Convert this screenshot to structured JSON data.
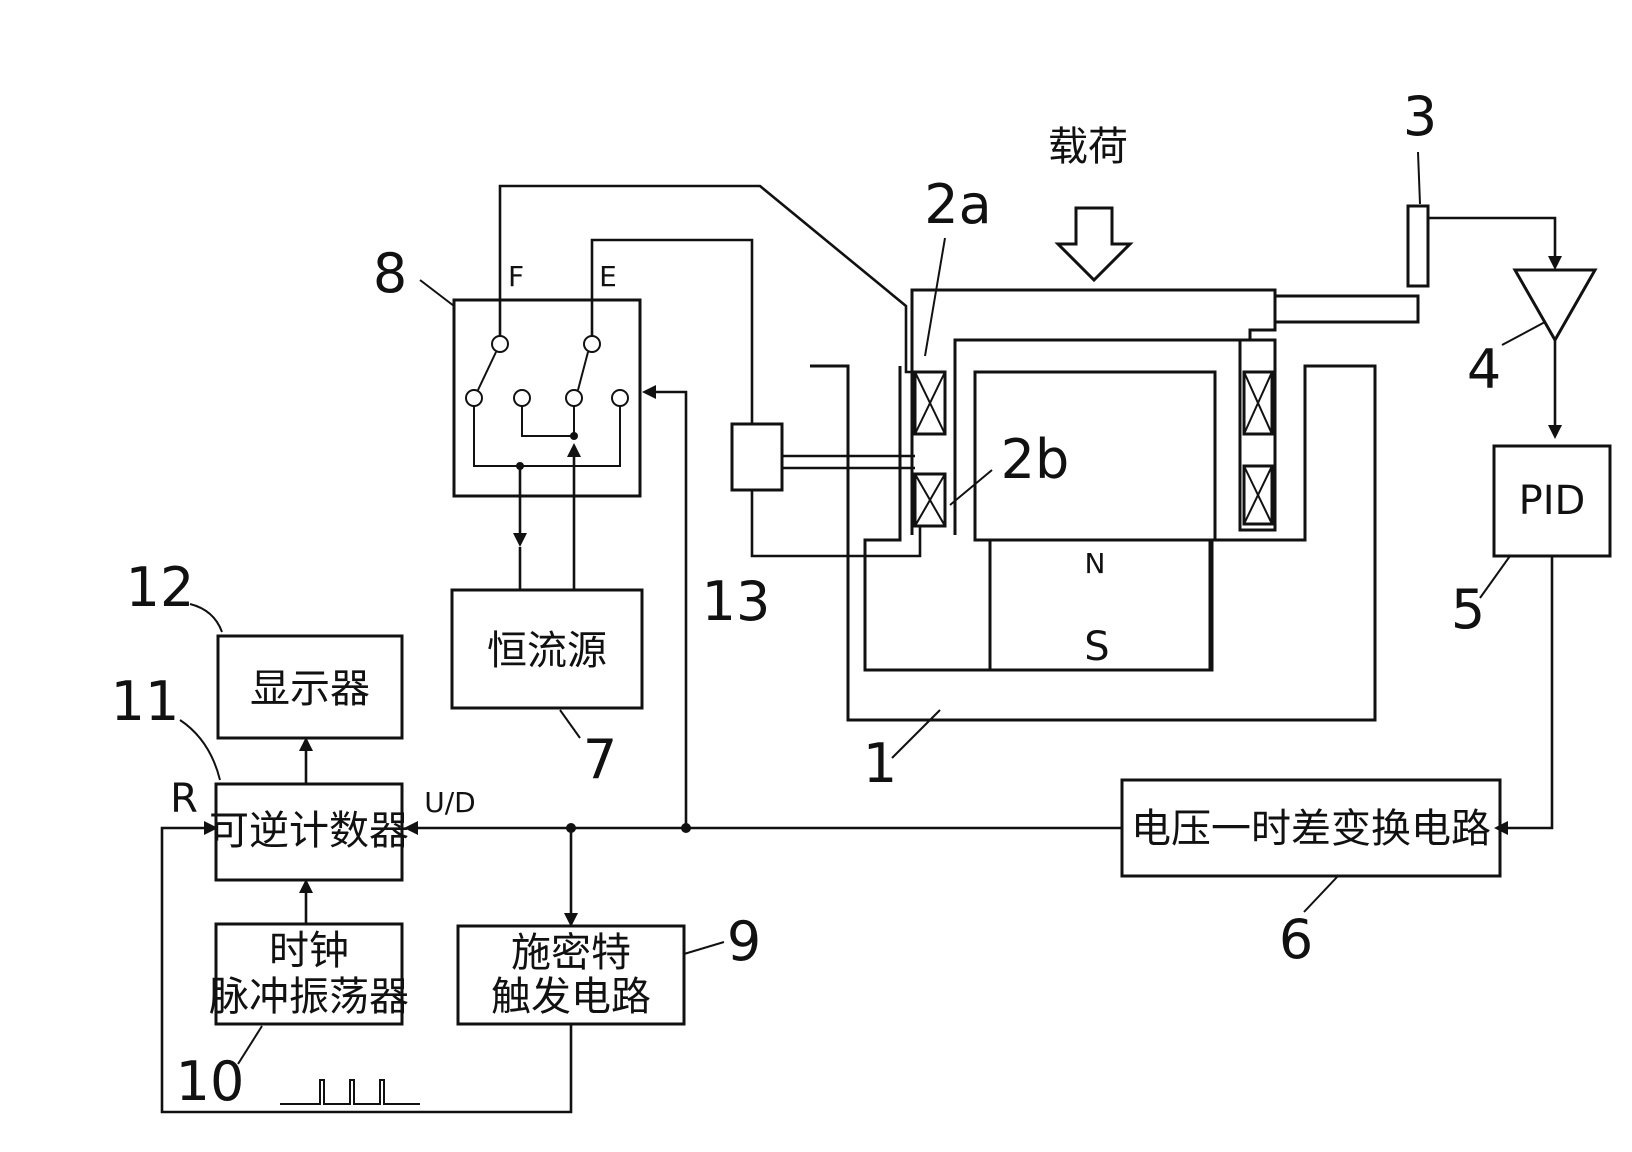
{
  "labels": {
    "load": "载荷",
    "coil_2a": "2a",
    "coil_2b": "2b",
    "sensor": "3",
    "amplifier": "4",
    "pid_ref": "5",
    "v_t_ref": "6",
    "current_src_ref": "7",
    "switch_ref": "8",
    "schmitt_ref": "9",
    "clock_ref": "10",
    "counter_ref": "11",
    "display_ref": "12",
    "relay_ref": "13",
    "magnet_ref": "1",
    "north": "N",
    "south": "S",
    "switch_f": "F",
    "switch_e": "E",
    "counter_reset": "R",
    "counter_ud": "U/D"
  },
  "blocks": {
    "pid": "PID",
    "voltage_time": "电压一时差变换电路",
    "current_source": "恒流源",
    "display": "显示器",
    "counter": "可逆计数器",
    "clock_line1": "时钟",
    "clock_line2": "脉冲振荡器",
    "schmitt_line1": "施密特",
    "schmitt_line2": "触发电路"
  }
}
